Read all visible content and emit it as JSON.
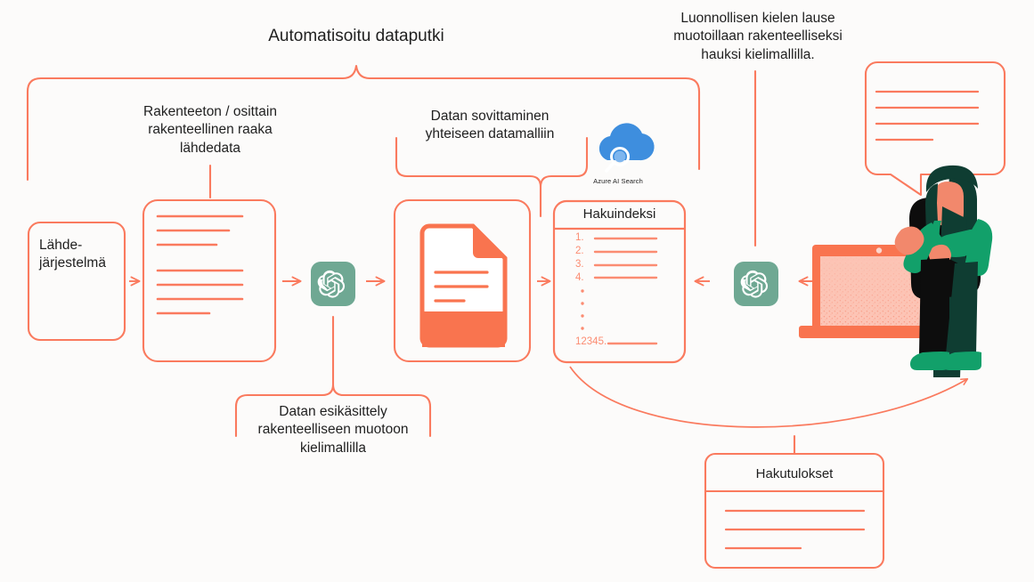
{
  "meta": {
    "background": "#fcfbfa",
    "accent": "#fa7a5e",
    "accent_soft": "#fb8c72",
    "openai_green": "#6fa893",
    "azure_blue": "#3e8ede",
    "person_dark": "#0f3d32",
    "person_green": "#12a06a",
    "laptop_orange": "#f9744f",
    "text": "#1f1f1f"
  },
  "title": "Automatisoitu dataputki",
  "notes": {
    "raw_data": "Rakenteeton / osittain\nrakenteellinen raaka\nlähdedata",
    "mapping": "Datan sovittaminen\nyhteiseen datamalliin",
    "preprocess": "Datan esikäsittely\nrakenteelliseen muotoon\nkielimallilla",
    "nl_query": "Luonnollisen kielen lause\nmuotoillaan rakenteelliseksi\nhauksi kielimallilla."
  },
  "nodes": {
    "source_system": {
      "label": "Lähde-\njärjestelmä",
      "name": "source-system-box"
    },
    "raw_doc": {
      "name": "raw-data-document-box",
      "lines": 7
    },
    "openai_1": {
      "name": "openai-logo-preprocess",
      "alt": "openai-logo"
    },
    "structured_doc": {
      "name": "structured-document-box"
    },
    "search_index": {
      "name": "search-index-box",
      "header": "Hakuindeksi",
      "items": [
        "1.",
        "2.",
        "3.",
        "4."
      ],
      "dots": 4,
      "last_item": "12345."
    },
    "azure": {
      "name": "azure-ai-search-icon",
      "label": "Azure AI Search"
    },
    "openai_2": {
      "name": "openai-logo-query",
      "alt": "openai-logo"
    },
    "speech_bubble": {
      "name": "user-speech-bubble",
      "lines": 4
    },
    "person": {
      "name": "person-illustration"
    },
    "laptop": {
      "name": "laptop-illustration"
    },
    "results": {
      "name": "search-results-box",
      "header": "Hakutulokset",
      "lines": 3
    }
  },
  "arrows": [
    {
      "name": "arrow-source-to-raw",
      "dir": "right"
    },
    {
      "name": "arrow-raw-to-openai",
      "dir": "right"
    },
    {
      "name": "arrow-openai-to-structured",
      "dir": "right"
    },
    {
      "name": "arrow-structured-to-index",
      "dir": "right"
    },
    {
      "name": "arrow-openai2-to-index",
      "dir": "left"
    },
    {
      "name": "arrow-person-to-openai2",
      "dir": "left"
    },
    {
      "name": "arrow-results-to-person",
      "dir": "curved-right"
    }
  ],
  "brackets": [
    {
      "name": "pipeline-bracket",
      "label_ref": "title"
    },
    {
      "name": "mapping-bracket",
      "label_ref": "notes.mapping"
    },
    {
      "name": "preprocess-bracket",
      "label_ref": "notes.preprocess"
    }
  ],
  "connectors": [
    {
      "name": "connector-rawdata-note"
    },
    {
      "name": "connector-nl-query-note"
    },
    {
      "name": "connector-results-note"
    }
  ]
}
